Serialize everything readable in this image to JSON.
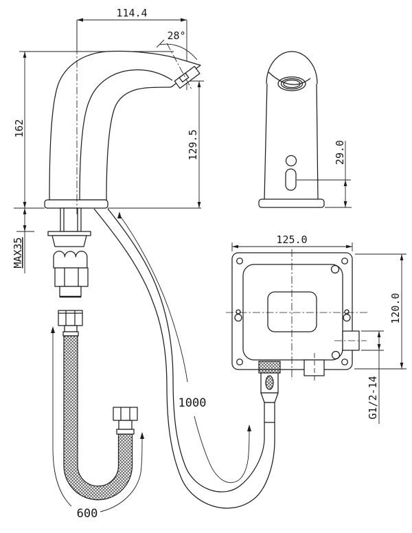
{
  "drawing": {
    "type": "technical-dimension-drawing",
    "subject": "automatic-sensor-faucet-with-control-box-and-hoses",
    "colors": {
      "line": "#1c1c1c",
      "background": "#ffffff"
    },
    "dims": {
      "spout_reach": "114.4",
      "spout_angle": "28°",
      "total_height": "162",
      "outlet_height": "129.5",
      "max_deck": "MAX35",
      "sensor_height": "29.0",
      "box_width": "125.0",
      "box_height": "120.0",
      "thread": "G1/2-14",
      "hose_supply": "1000",
      "hose_braided": "600"
    }
  }
}
